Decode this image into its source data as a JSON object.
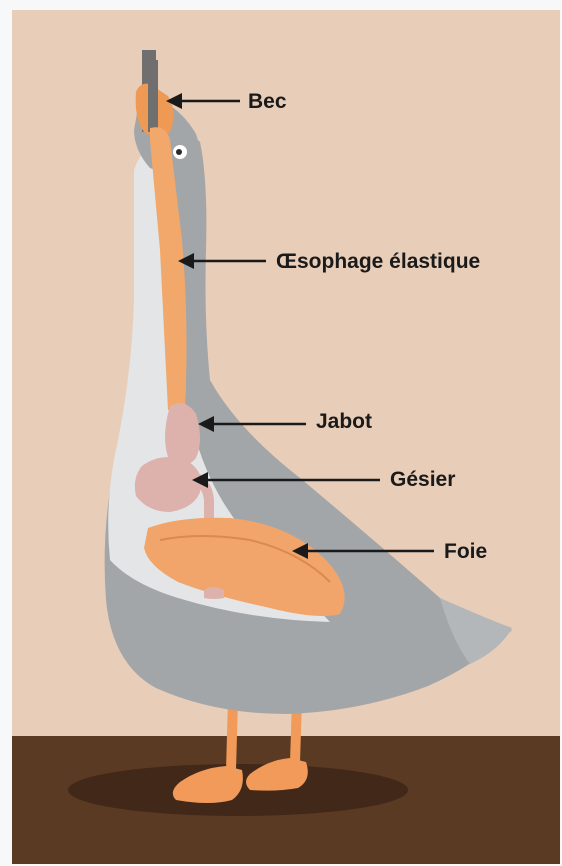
{
  "labels": {
    "bec": "Bec",
    "oesophage": "Œsophage élastique",
    "jabot": "Jabot",
    "gesier": "Gésier",
    "foie": "Foie"
  },
  "colors": {
    "background": "#e8cdb9",
    "ground": "#5a3a23",
    "body": "#a3a6a8",
    "neck_white": "#e4e5e6",
    "esophagus": "#f2a86a",
    "beak": "#ee9a55",
    "crop": "#ddb2ad",
    "liver": "#f1a56a",
    "feet": "#f19a5a",
    "arrow": "#1a1a1a"
  }
}
